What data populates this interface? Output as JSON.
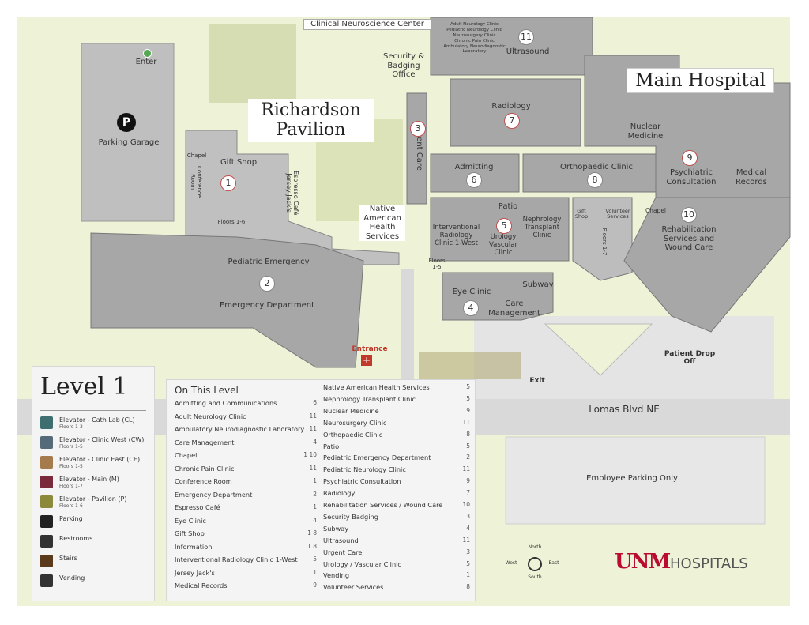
{
  "title": "Level 1",
  "buildings": {
    "main_hospital": "Main Hospital",
    "richardson_pavilion": "Richardson Pavilion",
    "clinical_neuroscience_center": "Clinical Neuroscience Center",
    "parking_garage": "Parking Garage",
    "enter": "Enter",
    "employee_parking": "Employee Parking Only",
    "lomas_blvd": "Lomas Blvd NE",
    "entrance": "Entrance",
    "exit": "Exit",
    "patient_drop_off": "Patient Drop Off"
  },
  "map_labels": {
    "security": "Security & Badging Office",
    "radiology": "Radiology",
    "nuclear_medicine": "Nuclear Medicine",
    "psych": "Psychiatric Consultation",
    "medical_records": "Medical Records",
    "admitting": "Admitting",
    "ortho": "Orthopaedic Clinic",
    "urgent_care": "Urgent Care",
    "native_american": "Native American Health Services",
    "patio": "Patio",
    "ir_clinic": "Interventional Radiology Clinic 1-West",
    "urology": "Urology Vascular Clinic",
    "nephrology": "Nephrology Transplant Clinic",
    "gift_shop_main": "Gift Shop",
    "volunteer": "Volunteer Services",
    "chapel_main": "Chapel",
    "rehab": "Rehabilitation Services and Wound Care",
    "eye_clinic": "Eye Clinic",
    "care_mgmt": "Care Management",
    "subway": "Subway",
    "ultrasound": "Ultrasound",
    "neuro_list": [
      "Adult Neurology Clinic",
      "Pediatric Neurology Clinic",
      "Neurosurgery Clinic",
      "Chronic Pain Clinic",
      "Ambulatory Neurodiagnostic Laboratory"
    ],
    "gift_shop_pav": "Gift Shop",
    "chapel_pav": "Chapel",
    "conference": "Conference Room",
    "espresso": "Espresso Café Jersey Jack's",
    "ped_emergency": "Pediatric Emergency",
    "emergency": "Emergency Department",
    "floors_1_6": "Floors 1-6",
    "floors_1_5": "Floors 1-5",
    "floors_1_7": "Floors 1-7"
  },
  "numbers": {
    "n1": "1",
    "n2": "2",
    "n3": "3",
    "n4": "4",
    "n5": "5",
    "n6": "6",
    "n7": "7",
    "n8": "8",
    "n9": "9",
    "n10": "10",
    "n11": "11"
  },
  "legend": [
    {
      "label": "Elevator - Cath Lab (CL)",
      "sub": "Floors 1-3",
      "color": "#3f6e70"
    },
    {
      "label": "Elevator - Clinic West (CW)",
      "sub": "Floors 1-5",
      "color": "#556b7a"
    },
    {
      "label": "Elevator - Clinic East (CE)",
      "sub": "Floors 1-5",
      "color": "#a57a4c"
    },
    {
      "label": "Elevator - Main (M)",
      "sub": "Floors 1-7",
      "color": "#7a2a3a"
    },
    {
      "label": "Elevator - Pavilion (P)",
      "sub": "Floors 1-6",
      "color": "#8a8a3a"
    },
    {
      "label": "Parking",
      "sub": "",
      "color": "#222222"
    },
    {
      "label": "Restrooms",
      "sub": "",
      "color": "#333333"
    },
    {
      "label": "Stairs",
      "sub": "",
      "color": "#5a3a1a"
    },
    {
      "label": "Vending",
      "sub": "",
      "color": "#333333"
    }
  ],
  "directory_title": "On This Level",
  "directory_left": [
    {
      "name": "Admitting and Communications",
      "num": "6"
    },
    {
      "name": "Adult Neurology Clinic",
      "num": "11"
    },
    {
      "name": "Ambulatory Neurodiagnostic Laboratory",
      "num": "11"
    },
    {
      "name": "Care Management",
      "num": "4"
    },
    {
      "name": "Chapel",
      "num": "1 10"
    },
    {
      "name": "Chronic Pain Clinic",
      "num": "11"
    },
    {
      "name": "Conference Room",
      "num": "1"
    },
    {
      "name": "Emergency Department",
      "num": "2"
    },
    {
      "name": "Espresso Café",
      "num": "1"
    },
    {
      "name": "Eye Clinic",
      "num": "4"
    },
    {
      "name": "Gift Shop",
      "num": "1 8"
    },
    {
      "name": "Information",
      "num": "1 8"
    },
    {
      "name": "Interventional Radiology Clinic 1-West",
      "num": "5"
    },
    {
      "name": "Jersey Jack's",
      "num": "1"
    },
    {
      "name": "Medical Records",
      "num": "9"
    }
  ],
  "directory_right": [
    {
      "name": "Native American Health Services",
      "num": "5"
    },
    {
      "name": "Nephrology Transplant Clinic",
      "num": "5"
    },
    {
      "name": "Nuclear Medicine",
      "num": "9"
    },
    {
      "name": "Neurosurgery Clinic",
      "num": "11"
    },
    {
      "name": "Orthopaedic Clinic",
      "num": "8"
    },
    {
      "name": "Patio",
      "num": "5"
    },
    {
      "name": "Pediatric Emergency Department",
      "num": "2"
    },
    {
      "name": "Pediatric Neurology Clinic",
      "num": "11"
    },
    {
      "name": "Psychiatric Consultation",
      "num": "9"
    },
    {
      "name": "Radiology",
      "num": "7"
    },
    {
      "name": "Rehabilitation Services / Wound Care",
      "num": "10"
    },
    {
      "name": "Security Badging",
      "num": "3"
    },
    {
      "name": "Subway",
      "num": "4"
    },
    {
      "name": "Ultrasound",
      "num": "11"
    },
    {
      "name": "Urgent Care",
      "num": "3"
    },
    {
      "name": "Urology / Vascular Clinic",
      "num": "5"
    },
    {
      "name": "Vending",
      "num": "1"
    },
    {
      "name": "Volunteer Services",
      "num": "8"
    }
  ],
  "compass": {
    "north": "North",
    "south": "South",
    "east": "East",
    "west": "West"
  },
  "brand": {
    "logo": "UNM",
    "name": "HOSPITALS",
    "color": "#ba0c2f"
  },
  "colors": {
    "building": "#9a9a9a",
    "grass": "#e8efcf",
    "path": "#dcdcdc",
    "accent_green": "#53a852"
  }
}
